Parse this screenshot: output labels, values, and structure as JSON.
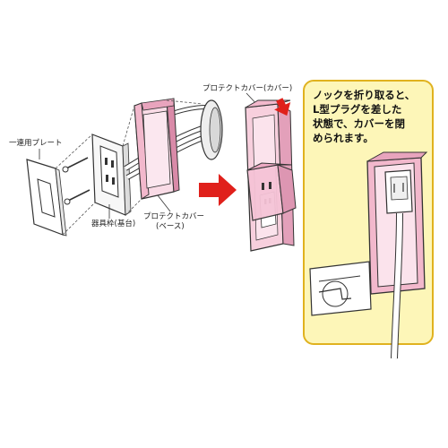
{
  "labels": {
    "plate": "一連用プレート",
    "frame": "器具枠(基台)",
    "cover_base_line1": "プロテクトカバー",
    "cover_base_line2": "(ベース)",
    "cover_cover": "プロテクトカバー(カバー)"
  },
  "callout": {
    "lines": [
      "ノックを折り取ると、",
      "L型プラグを差した",
      "状態で、カバーを閉",
      "められます。"
    ]
  },
  "colors": {
    "pink": "#f2b8cc",
    "pink_dark": "#d98aa8",
    "pink_light": "#f9dbe6",
    "red_arrow": "#e0201b",
    "panel_bg": "#fdf6b8",
    "panel_border": "#e0b21f",
    "line": "#333333"
  }
}
